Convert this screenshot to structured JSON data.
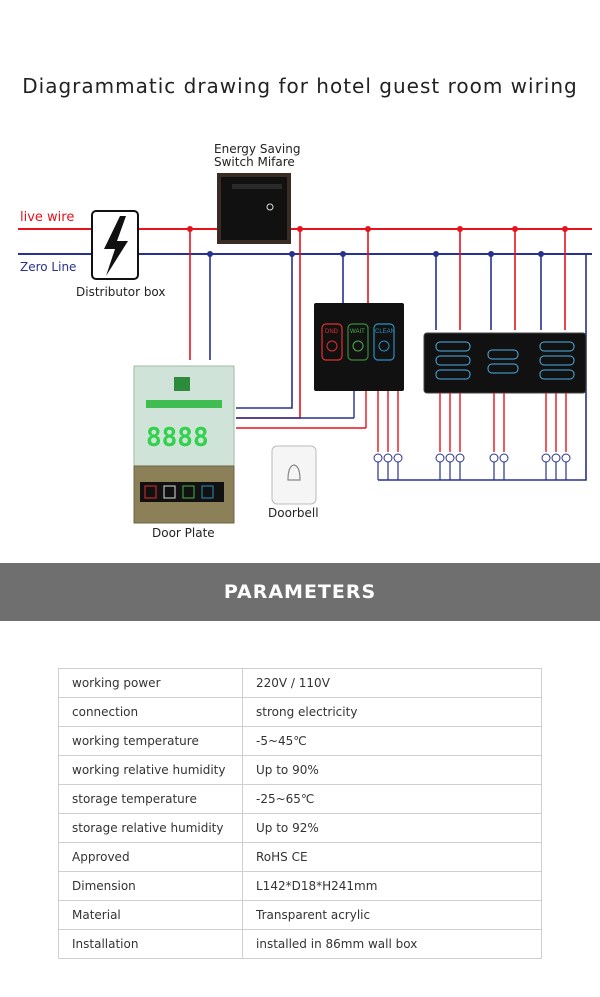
{
  "header": {
    "title": "Diagrammatic drawing for hotel guest room wiring"
  },
  "diagram": {
    "live_wire_label": "live wire",
    "zero_line_label": "Zero Line",
    "distributor_label": "Distributor box",
    "energy_switch_label_1": "Energy Saving",
    "energy_switch_label_2": "Switch Mifare",
    "door_plate_label": "Door Plate",
    "doorbell_label": "Doorbell",
    "door_plate_number": "8888",
    "panel_buttons": [
      "DND",
      "WAIT",
      "CLEAN"
    ],
    "colors": {
      "live": "#e8121b",
      "zero": "#27318f",
      "panel": "#111111"
    }
  },
  "banner": {
    "title": "PARAMETERS"
  },
  "parameters": {
    "rows": [
      {
        "name": "working power",
        "value": "220V / 110V"
      },
      {
        "name": "connection",
        "value": "strong electricity"
      },
      {
        "name": "working temperature",
        "value": "-5~45℃"
      },
      {
        "name": "working relative humidity",
        "value": "Up to 90%"
      },
      {
        "name": "storage temperature",
        "value": "-25~65℃"
      },
      {
        "name": "storage  relative humidity",
        "value": "Up to 92%"
      },
      {
        "name": "Approved",
        "value": "RoHS CE"
      },
      {
        "name": "Dimension",
        "value": "L142*D18*H241mm"
      },
      {
        "name": "Material",
        "value": "Transparent acrylic"
      },
      {
        "name": "Installation",
        "value": "installed in 86mm wall box"
      }
    ]
  }
}
